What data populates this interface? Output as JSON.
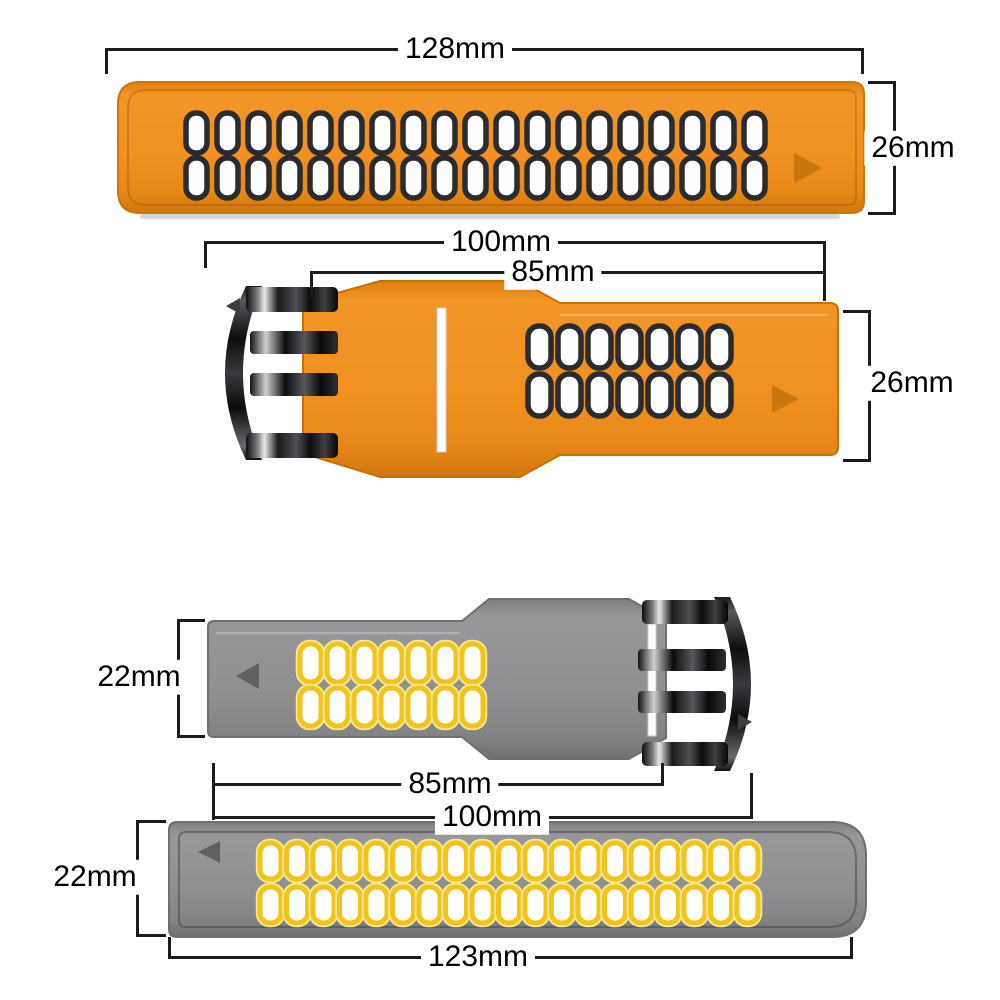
{
  "page": {
    "background_color": "#FFFFFF"
  },
  "annotation": {
    "line_color": "#1B1B1B",
    "text_color": "#000000"
  },
  "labels": {
    "top_width": "128mm",
    "top_height": "26mm",
    "upper_total": "100mm",
    "upper_strap": "85mm",
    "upper_height": "26mm",
    "lower_height": "22mm",
    "lower_strap": "85mm",
    "lower_total": "100mm",
    "bottom_height": "22mm",
    "bottom_width": "123mm"
  },
  "straps": {
    "top_long_orange": {
      "body_color": "#EF9120",
      "edge_color": "#C9760F",
      "hole_ring_color": "#2B2B2E",
      "hole_fill_color": "#FEFEFE",
      "rows": 2,
      "holes_per_row": 19,
      "arrow_color": "#C8760E",
      "arrow_direction": "right"
    },
    "upper_short_orange": {
      "body_color": "#EF9120",
      "edge_color": "#C9760F",
      "hole_ring_color": "#2B2B2E",
      "hole_fill_color": "#FEFEFE",
      "rows": 2,
      "holes_per_row": 7,
      "arrow_color": "#C8760E",
      "arrow_direction": "right",
      "has_buckle": true,
      "buckle_color": "#1B1B1D",
      "buckle_highlight": "#E8E8EA"
    },
    "lower_short_gray": {
      "body_color": "#8E8E90",
      "edge_color": "#6F6F72",
      "hole_ring_color": "#EFC41E",
      "hole_glow_color": "#F8E98C",
      "hole_fill_color": "#FFFFFF",
      "rows": 2,
      "holes_per_row": 7,
      "arrow_color": "#616164",
      "arrow_direction": "left",
      "has_buckle": true,
      "buckle_color": "#1B1B1D",
      "buckle_highlight": "#E8E8EA"
    },
    "bottom_long_gray": {
      "body_color": "#8E8E90",
      "edge_color": "#6F6F72",
      "hole_ring_color": "#EFC41E",
      "hole_glow_color": "#F8E98C",
      "hole_fill_color": "#FFFFFF",
      "rows": 2,
      "holes_per_row": 19,
      "arrow_color": "#616164",
      "arrow_direction": "left"
    }
  }
}
